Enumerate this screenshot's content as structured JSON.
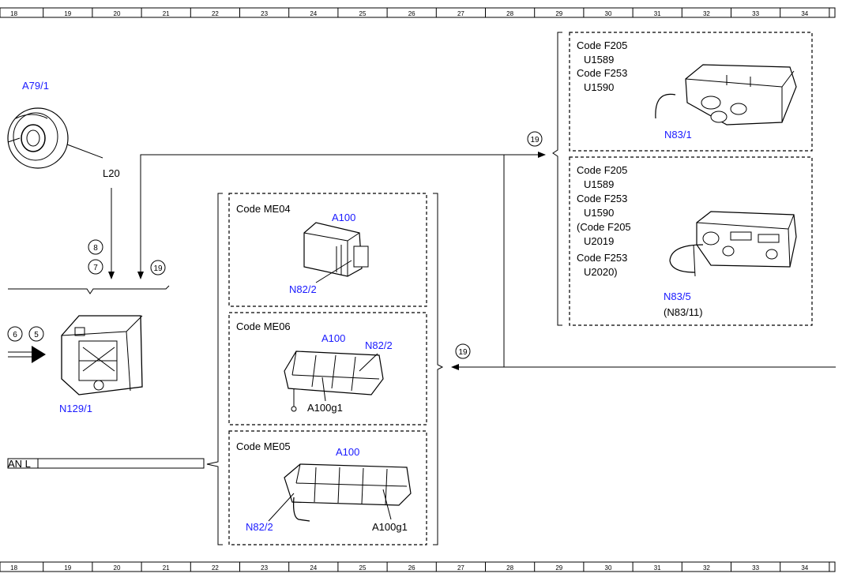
{
  "ruler": [
    "18",
    "19",
    "20",
    "21",
    "22",
    "23",
    "24",
    "25",
    "26",
    "27",
    "28",
    "29",
    "30",
    "31",
    "32",
    "33",
    "34"
  ],
  "left": {
    "a79": "A79/1",
    "l20": "L20",
    "n129": "N129/1",
    "c8": "8",
    "c7": "7",
    "c19a": "19",
    "c6": "6",
    "c5": "5",
    "can": "AN L"
  },
  "middle": {
    "box1": {
      "code": "Code ME04",
      "a100": "A100",
      "n82": "N82/2"
    },
    "box2": {
      "code": "Code ME06",
      "a100": "A100",
      "n82": "N82/2",
      "a100g1": "A100g1"
    },
    "box3": {
      "code": "Code ME05",
      "a100": "A100",
      "n82": "N82/2",
      "a100g1": "A100g1"
    },
    "c19": "19"
  },
  "right": {
    "c19": "19",
    "box1": {
      "lines": [
        "Code F205",
        "U1589",
        "Code F253",
        "U1590"
      ],
      "n83": "N83/1"
    },
    "box2": {
      "lines": [
        "Code F205",
        "U1589",
        "Code F253",
        "U1590",
        "(Code F205",
        "U2019",
        "Code F253",
        "U2020)"
      ],
      "n83": "N83/5",
      "n83b": "(N83/11)"
    }
  }
}
